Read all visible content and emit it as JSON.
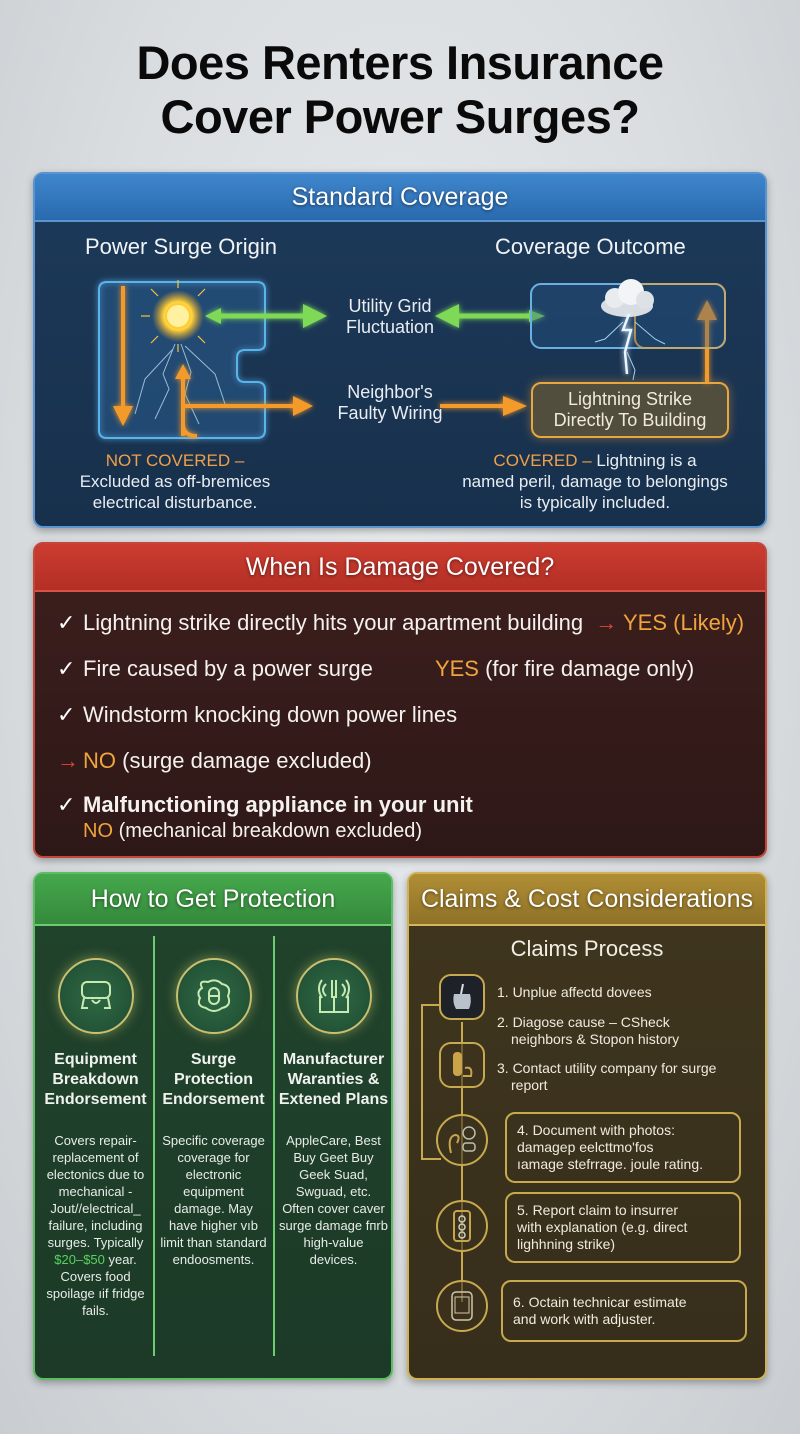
{
  "title": {
    "line1": "Does Renters Insurance",
    "line2": "Cover Power Surges?"
  },
  "standard_coverage": {
    "header": "Standard Coverage",
    "left_title": "Power Surge Origin",
    "right_title": "Coverage Outcome",
    "node_utility_line1": "Utility Grid",
    "node_utility_line2": "Fluctuation",
    "node_neighbor_line1": "Neighbor's",
    "node_neighbor_line2": "Faulty Wiring",
    "node_lightning_line1": "Lightning Strike",
    "node_lightning_line2": "Directly To Building",
    "not_covered_label": "NOT COVERED –",
    "not_covered_line1": "Excluded as off-bremices",
    "not_covered_line2": "electrical disturbance.",
    "covered_label": "COVERED –",
    "covered_line1": " Lightning is a",
    "covered_line2": "named peril, damage to belongings",
    "covered_line3": "is typically included.",
    "icons": [
      "surge-sun-icon",
      "storm-cloud-icon"
    ]
  },
  "when_covered": {
    "header": "When Is Damage Covered?",
    "items": [
      {
        "check": "✓",
        "text": "Lightning strike directly hits your apartment building",
        "arrow": "→",
        "verdict": "YES (Likely)",
        "note": ""
      },
      {
        "check": "✓",
        "text": "Fire caused by a power surge",
        "arrow": "",
        "verdict": "YES",
        "note": "(for fire damage only)"
      },
      {
        "check": "✓",
        "text": "Windstorm knocking down power lines",
        "arrow": "",
        "verdict": "",
        "note": ""
      },
      {
        "check": "",
        "text": "",
        "arrow": "→",
        "verdict": "NO",
        "note": "(surge damage excluded)"
      },
      {
        "check": "✓",
        "text": "Malfunctioning appliance in your unit",
        "arrow": "",
        "verdict": "NO",
        "note": "(mechanical breakdown excluded)"
      }
    ]
  },
  "protection": {
    "header": "How to Get Protection",
    "columns": [
      {
        "icon": "appliance-icon",
        "title_lines": [
          "Equipment",
          "Breakdown",
          "Endorsement"
        ],
        "desc_before": "Covers repair-replacement of electonics due to mechanical -Jout//electrical_ failure, including surges. Typically ",
        "desc_price": "$20–$50",
        "desc_after": " year. Covers food spoilage ıif fridge fails."
      },
      {
        "icon": "surge-protector-icon",
        "title_lines": [
          "Surge",
          "Protection",
          "Endorsement"
        ],
        "desc_before": "Specific coverage coverage for electronic equipment damage. May have higher vıb limit than standard endoosments.",
        "desc_price": "",
        "desc_after": ""
      },
      {
        "icon": "warranty-book-icon",
        "title_lines": [
          "Manufacturer",
          "Waranties &",
          "Extened Plans"
        ],
        "desc_before": "AppleCare, Best Buy Geet Buy Geek Suad, Swguad, etc. Often cover caver surge damage fпrb high-value devices.",
        "desc_price": "",
        "desc_after": ""
      }
    ]
  },
  "claims": {
    "header": "Claims & Cost Considerations",
    "subheader": "Claims Process",
    "steps": [
      {
        "icon": "unplug-device-icon",
        "lines": [
          "1. Unplue affectd dovees"
        ]
      },
      {
        "icon": "",
        "lines": [
          "2. Diagose cause – CSheck",
          "neighbors & Stopon history"
        ]
      },
      {
        "icon": "phone-contact-icon",
        "lines": [
          "3. Contact utility company for surge",
          "report"
        ]
      },
      {
        "icon": "camera-photos-icon",
        "lines": [
          "4. Document with photos:",
          "damagep eelcttmo'fos",
          "ıamage stefrrage.  joule rating."
        ]
      },
      {
        "icon": "report-form-icon",
        "lines": [
          "5. Report claim to insurrer",
          "with explanation (e.g. direct",
          "lighhning strike)"
        ]
      },
      {
        "icon": "estimate-device-icon",
        "lines": [
          "6. Octain technicar estimate",
          "and work with adjuster."
        ]
      }
    ]
  },
  "colors": {
    "standard": "#2a6aae",
    "when": "#c6453b",
    "protection": "#45a84c",
    "claims": "#b08e35",
    "highlight_orange": "#f0a048",
    "price_green": "#58d25e"
  }
}
